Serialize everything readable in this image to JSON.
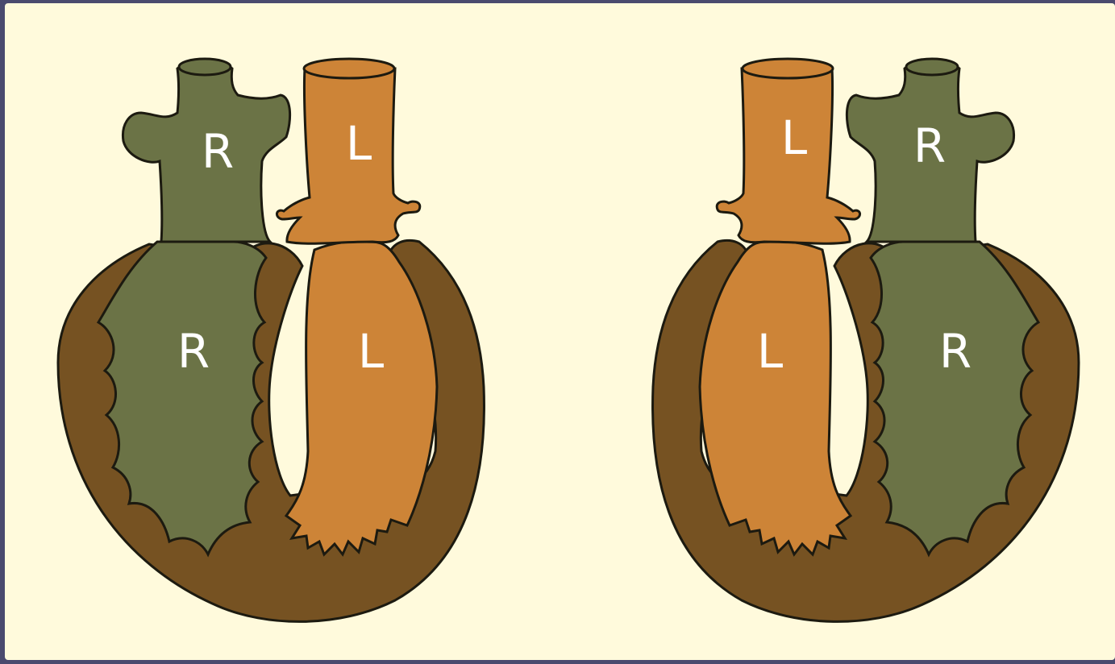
{
  "colors": {
    "frame": "#4a4a6e",
    "background": "#fffadc",
    "outline": "#1c1a10",
    "right_side_chamber": "#6b7346",
    "left_side_chamber": "#cd8437",
    "myocardium": "#765222"
  },
  "hearts": [
    {
      "orientation": "right-chambers-on-left",
      "labels": {
        "right_vessel": "R",
        "right_ventricle": "R",
        "left_vessel": "L",
        "left_ventricle": "L"
      }
    },
    {
      "orientation": "mirror-image",
      "labels": {
        "left_vessel": "L",
        "right_vessel": "R",
        "left_ventricle": "L",
        "right_ventricle": "R"
      }
    }
  ]
}
